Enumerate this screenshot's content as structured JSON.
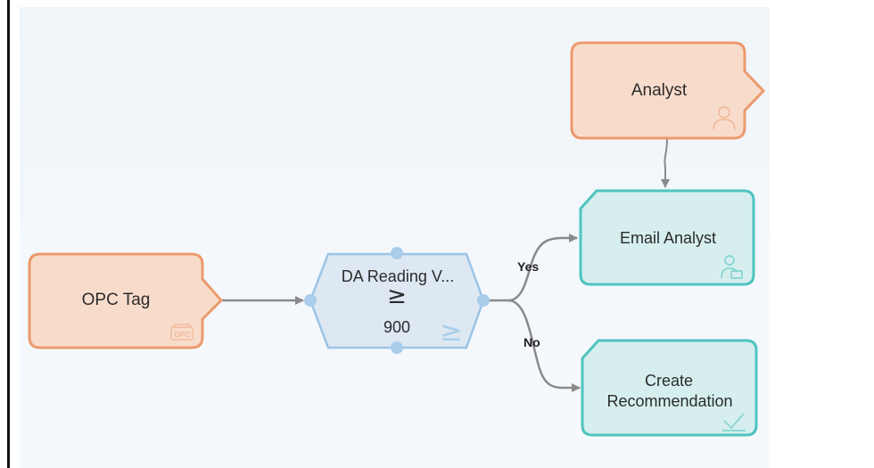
{
  "nodes": {
    "opc_tag": {
      "label": "OPC Tag",
      "icon": "opc-tag-icon",
      "icon_text": "OPC"
    },
    "analyst": {
      "label": "Analyst",
      "icon": "person-icon"
    },
    "condition": {
      "label": "DA Reading V...",
      "operator": "≥",
      "value": "900",
      "icon": "greater-equal-icon"
    },
    "email_analyst": {
      "label": "Email Analyst",
      "icon": "email-person-icon"
    },
    "create_recommendation": {
      "label_line1": "Create",
      "label_line2": "Recommendation",
      "icon": "recommendation-icon"
    }
  },
  "edges": {
    "yes_label": "Yes",
    "no_label": "No"
  },
  "colors": {
    "input_fill": "#f8dccb",
    "input_stroke": "#ec9a6e",
    "action_fill": "#d6eeee",
    "action_stroke": "#4fc4c0",
    "condition_fill": "#dde8f3",
    "condition_stroke": "#9cc4e6",
    "connector": "#8a8a8a"
  }
}
